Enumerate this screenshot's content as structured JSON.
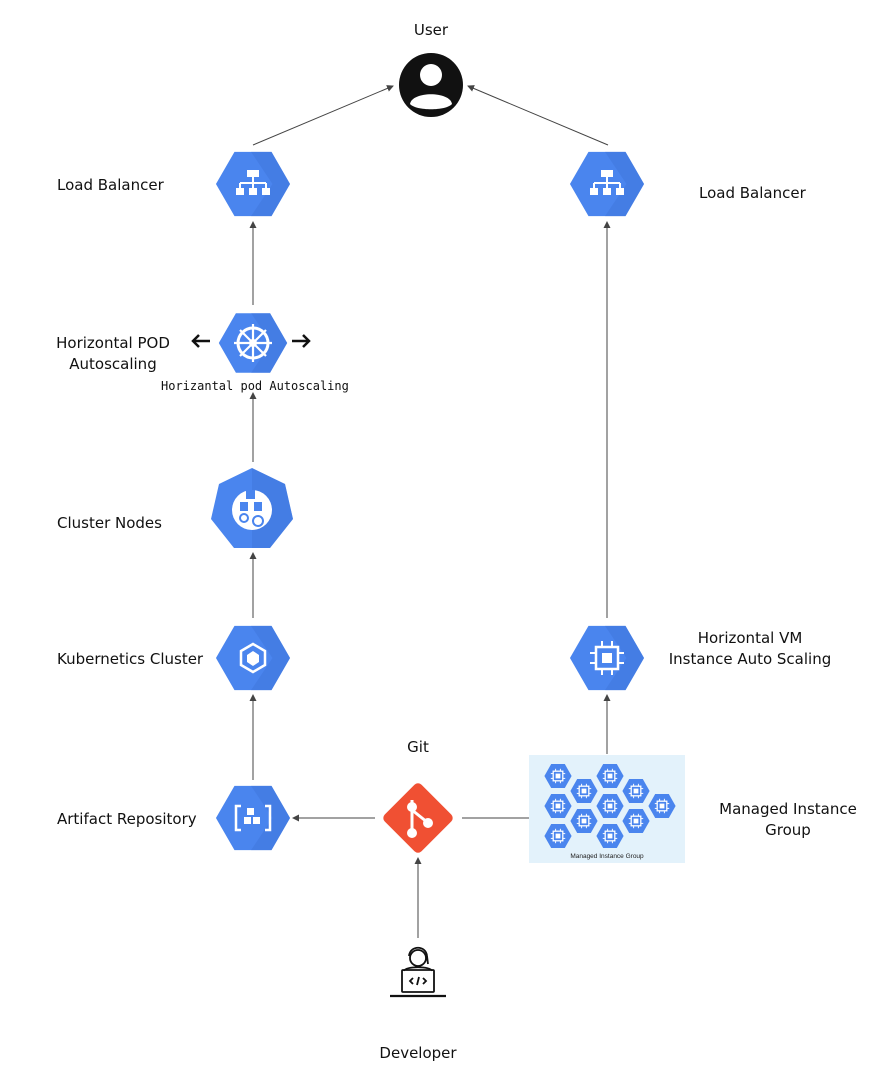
{
  "colors": {
    "hex_blue": "#4a85ee",
    "hex_blue_dark": "#3f74d6",
    "git_orange": "#f05033",
    "user_black": "#111111",
    "mig_bg": "#e3f2fb",
    "line": "#444444"
  },
  "nodes": {
    "user": {
      "label": "User",
      "icon": "user-avatar-icon"
    },
    "lb_left": {
      "label": "Load Balancer",
      "icon": "load-balancer-icon"
    },
    "lb_right": {
      "label": "Load Balancer",
      "icon": "load-balancer-icon"
    },
    "hpa": {
      "label_line1": "Horizontal POD",
      "label_line2": "Autoscaling",
      "caption": "Horizantal pod Autoscaling",
      "icon": "kubernetes-helm-icon"
    },
    "cluster_nodes": {
      "label": "Cluster Nodes",
      "icon": "cluster-nodes-icon"
    },
    "k8s_cluster": {
      "label": "Kubernetics Cluster",
      "icon": "kubernetes-engine-icon"
    },
    "artifact_repo": {
      "label": "Artifact Repository",
      "icon": "artifact-registry-icon"
    },
    "git": {
      "label": "Git",
      "icon": "git-icon"
    },
    "vm_autoscaling": {
      "label_line1": "Horizontal VM",
      "label_line2": "Instance Auto Scaling",
      "icon": "compute-engine-icon"
    },
    "mig": {
      "label_line1": "Managed Instance",
      "label_line2": "Group",
      "caption": "Managed Instance Group",
      "icon": "managed-instance-group-icon"
    },
    "developer": {
      "label": "Developer",
      "icon": "developer-icon"
    }
  }
}
